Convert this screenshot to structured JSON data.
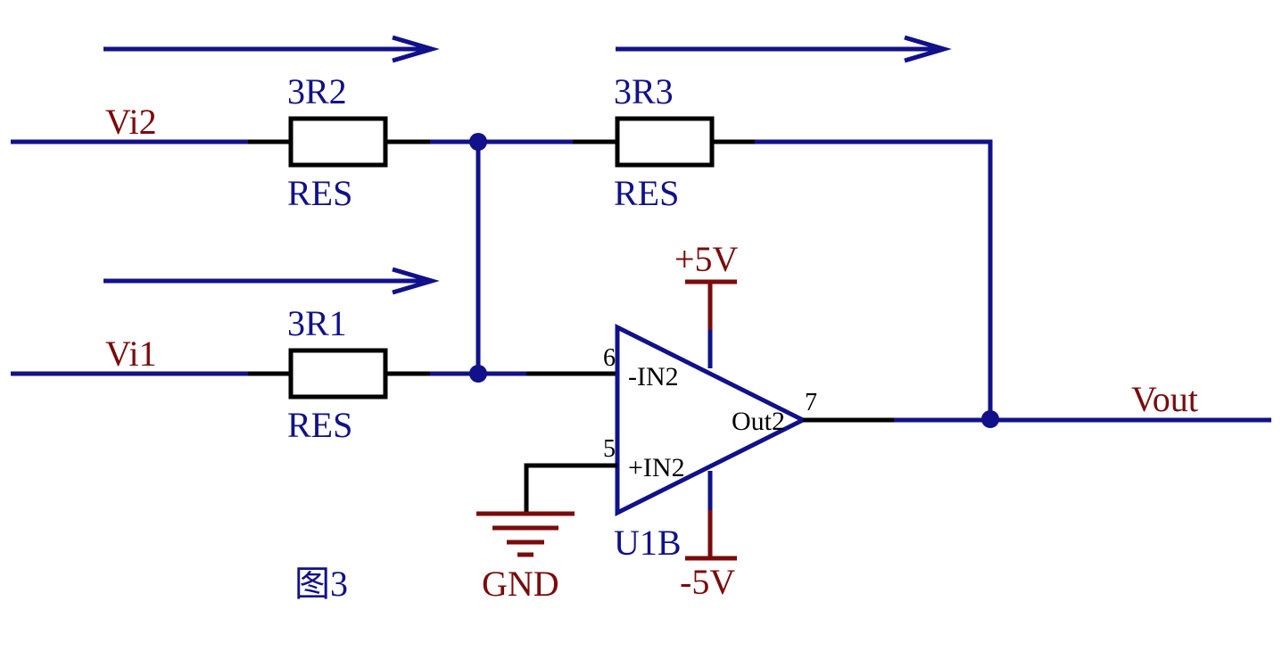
{
  "figure": {
    "caption": "图3"
  },
  "colors": {
    "wire": "#11118a",
    "lead": "#000000",
    "power": "#7a0b0b",
    "net_label": "#7a0b0b",
    "part_label": "#11118a"
  },
  "nets": {
    "input2": "Vi2",
    "input1": "Vi1",
    "output": "Vout",
    "vplus": "+5V",
    "vminus": "-5V",
    "ground": "GND"
  },
  "resistors": [
    {
      "designator": "3R2",
      "value": "RES"
    },
    {
      "designator": "3R3",
      "value": "RES"
    },
    {
      "designator": "3R1",
      "value": "RES"
    }
  ],
  "opamp": {
    "designator": "U1B",
    "pins": {
      "inv_name": "-IN2",
      "inv_num": "6",
      "noninv_name": "+IN2",
      "noninv_num": "5",
      "out_name": "Out2",
      "out_num": "7"
    }
  }
}
